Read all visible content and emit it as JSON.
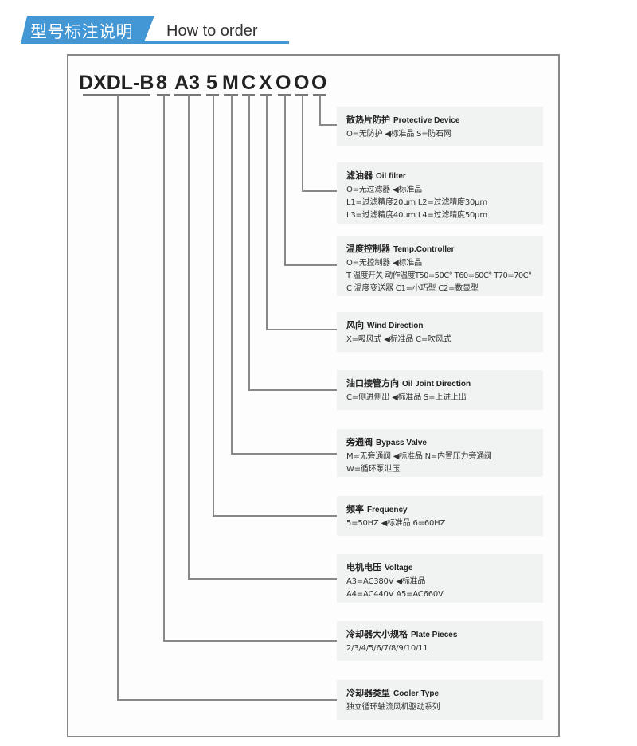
{
  "header": {
    "title_cn": "型号标注说明",
    "title_en": "How to order",
    "accent_color": "#4297d4"
  },
  "model_code": {
    "segments": [
      "DXDL-B",
      "8",
      "A3",
      "5",
      "M",
      "C",
      "X",
      "O",
      "O",
      "O"
    ]
  },
  "options": [
    {
      "title_cn": "散热片防护",
      "title_en": "Protective Device",
      "lines": [
        "O=无防护  ◀标准品   S=防石网"
      ]
    },
    {
      "title_cn": "滤油器",
      "title_en": "Oil filter",
      "lines": [
        "O=无过滤器 ◀标准品",
        "L1=过滤精度20μm   L2=过滤精度30μm",
        "L3=过滤精度40μm   L4=过滤精度50μm"
      ]
    },
    {
      "title_cn": "温度控制器",
      "title_en": "Temp.Controller",
      "lines": [
        "O=无控制器 ◀标准品",
        "T 温度开关 动作温度T50=50C° T60=60C° T70=70C°",
        "C 温度变送器 C1=小巧型   C2=数显型"
      ]
    },
    {
      "title_cn": "风向",
      "title_en": "Wind Direction",
      "lines": [
        "X=吸风式     ◀标准品     C=吹风式"
      ]
    },
    {
      "title_cn": "油口接管方向",
      "title_en": "Oil Joint Direction",
      "lines": [
        "C=侧进侧出     ◀标准品    S=上进上出"
      ]
    },
    {
      "title_cn": "旁通阀",
      "title_en": "Bypass Valve",
      "lines": [
        "M=无旁通阀 ◀标准品    N=内置压力旁通阀",
        "W=循环泵泄压"
      ]
    },
    {
      "title_cn": "频率",
      "title_en": "Frequency",
      "lines": [
        "5=50HZ  ◀标准品    6=60HZ"
      ]
    },
    {
      "title_cn": "电机电压",
      "title_en": "Voltage",
      "lines": [
        "A3=AC380V ◀标准品",
        "A4=AC440V  A5=AC660V"
      ]
    },
    {
      "title_cn": "冷却器大小规格",
      "title_en": "Plate Pieces",
      "lines": [
        "2/3/4/5/6/7/8/9/10/11"
      ]
    },
    {
      "title_cn": "冷却器类型",
      "title_en": "Cooler Type",
      "lines": [
        "独立循环轴流风机驱动系列"
      ]
    }
  ]
}
